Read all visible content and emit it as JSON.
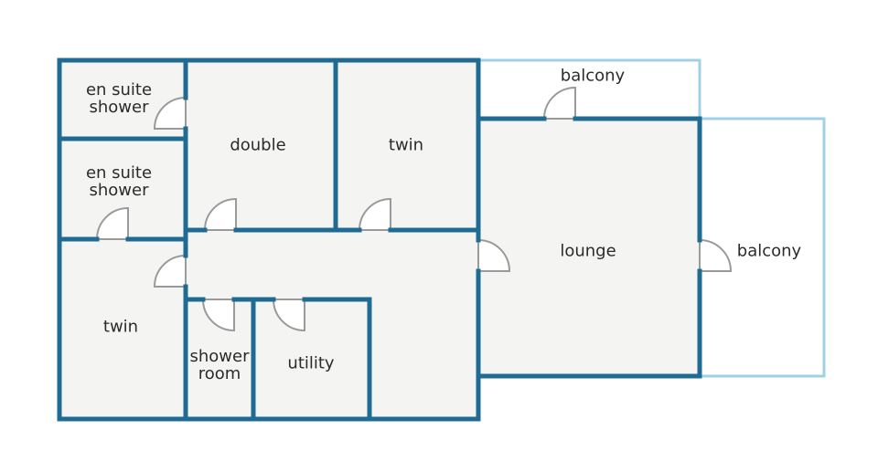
{
  "colors": {
    "wall": "#1f6b94",
    "balcony_outline": "#9fd0e8",
    "floor": "#f4f4f3",
    "door": "#9a9a9a",
    "text": "#2b2b2b"
  },
  "rooms": {
    "en_suite_shower_top": "en suite shower",
    "en_suite_shower_mid": "en suite shower",
    "double": "double",
    "twin_top": "twin",
    "balcony_top": "balcony",
    "lounge": "lounge",
    "balcony_right": "balcony",
    "twin_left": "twin",
    "shower_room": "shower room",
    "utility": "utility"
  }
}
